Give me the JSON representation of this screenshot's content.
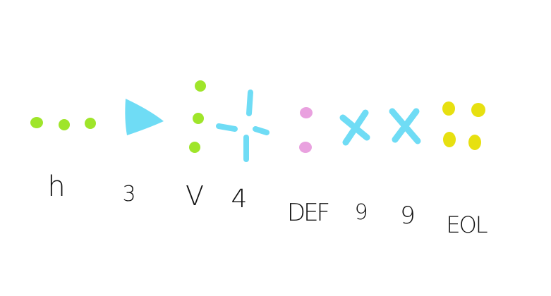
{
  "colors": {
    "green": "#9fe52a",
    "blue": "#6fdcf5",
    "pink": "#e9a1df",
    "yellow": "#e7e010",
    "ink": "#111111"
  },
  "symbols": [
    {
      "glyph": "three-dots-icon",
      "color": "green",
      "label": "h"
    },
    {
      "glyph": "play-triangle-icon",
      "color": "blue",
      "label": "3"
    },
    {
      "glyph": "three-dots-vertical-icon",
      "color": "green",
      "label": "V"
    },
    {
      "glyph": "plus-dashes-icon",
      "color": "blue",
      "label": "4"
    },
    {
      "glyph": "colon-icon",
      "color": "pink",
      "label": "DEF"
    },
    {
      "glyph": "x-icon",
      "color": "blue",
      "label": "9"
    },
    {
      "glyph": "x-icon",
      "color": "blue",
      "label": "9"
    },
    {
      "glyph": "four-dots-icon",
      "color": "yellow",
      "label": "EOL"
    }
  ]
}
